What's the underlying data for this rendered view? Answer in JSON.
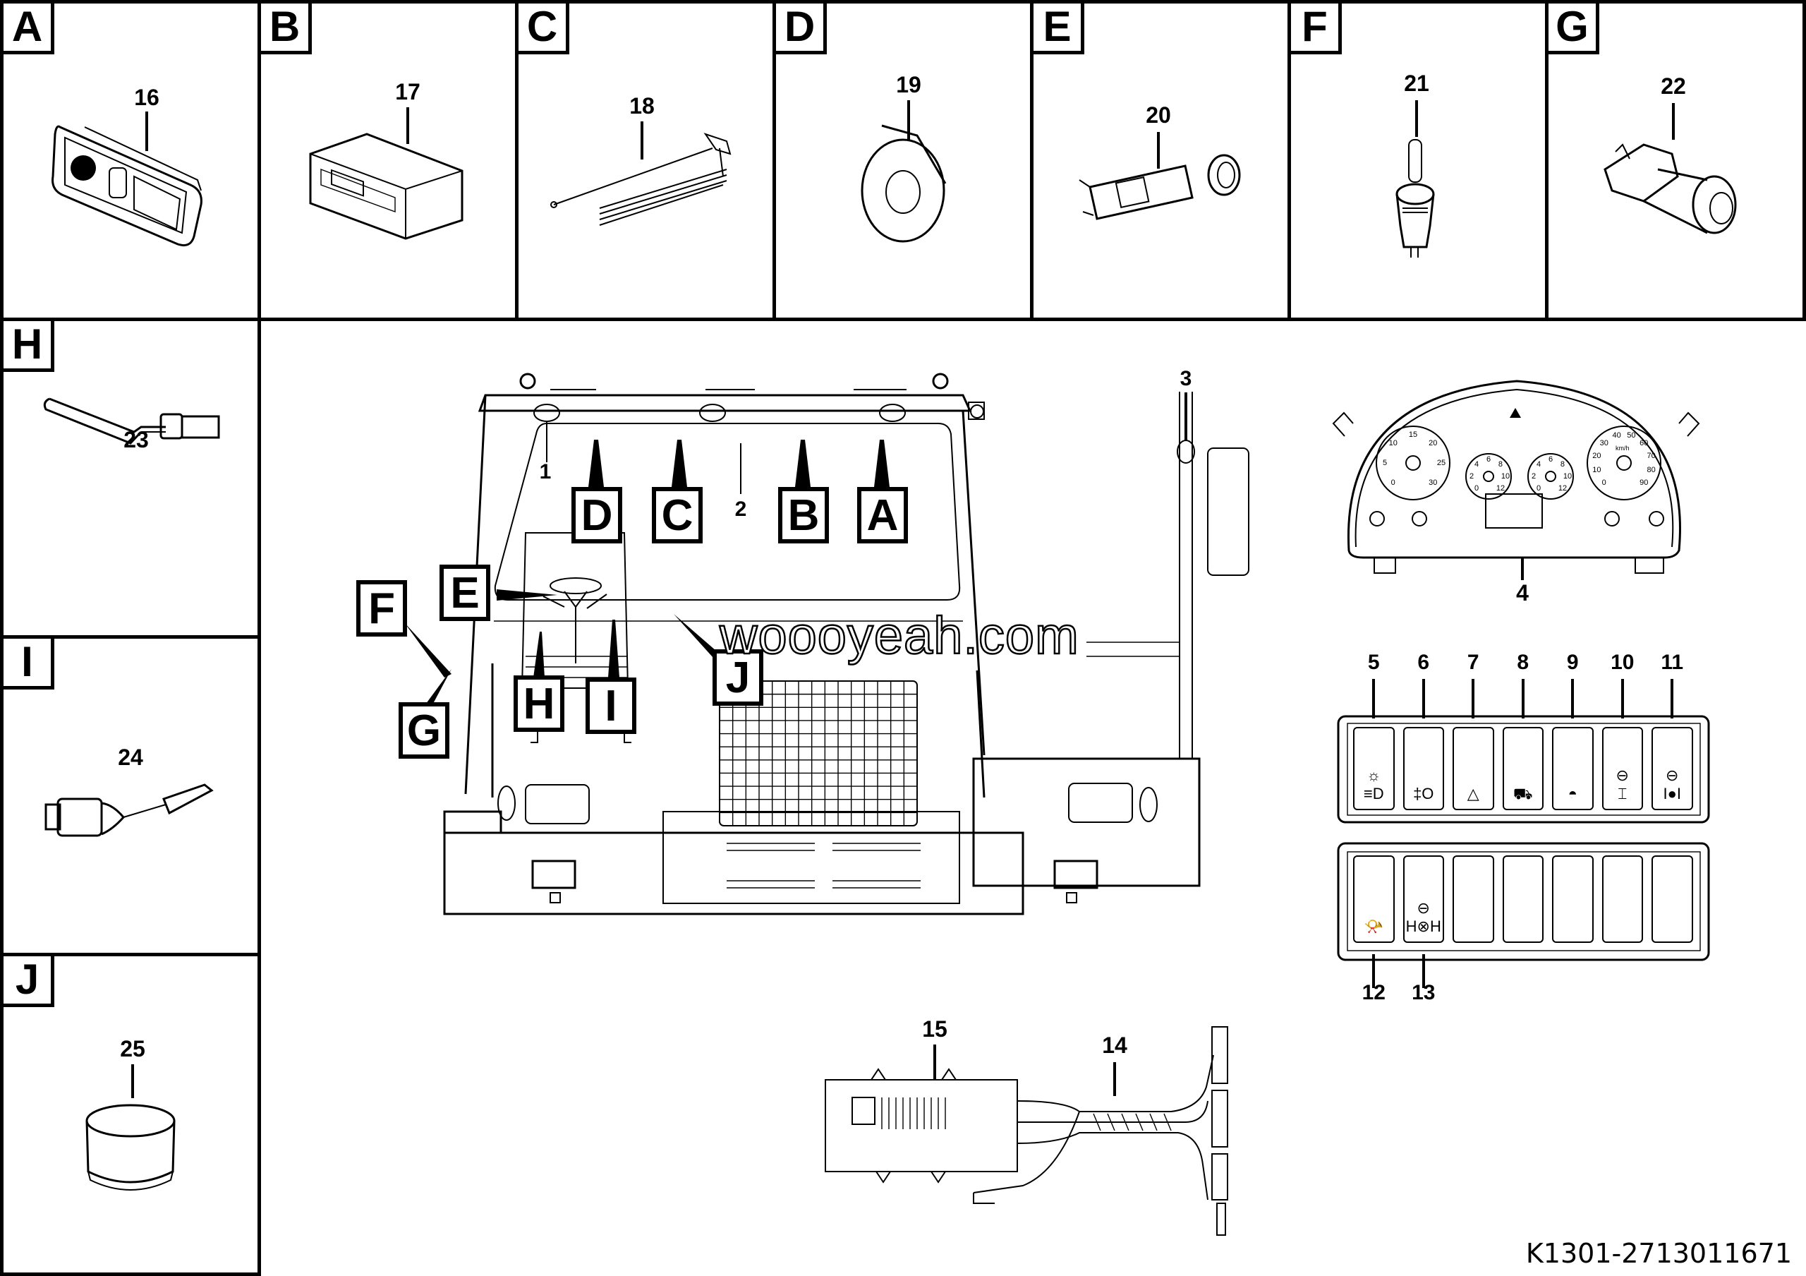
{
  "figure": {
    "document_code": "K1301-2713011671",
    "watermark": "woooyeah.com"
  },
  "detail_panels": [
    {
      "tag": "A",
      "part_number": "16",
      "icon": "control-panel-module-icon"
    },
    {
      "tag": "B",
      "part_number": "17",
      "icon": "radio-unit-icon"
    },
    {
      "tag": "C",
      "part_number": "18",
      "icon": "antenna-icon"
    },
    {
      "tag": "D",
      "part_number": "19",
      "icon": "horn-icon"
    },
    {
      "tag": "E",
      "part_number": "20",
      "icon": "ignition-switch-key-icon"
    },
    {
      "tag": "F",
      "part_number": "21",
      "icon": "sensor-plunger-icon"
    },
    {
      "tag": "G",
      "part_number": "22",
      "icon": "wiper-motor-icon"
    },
    {
      "tag": "H",
      "part_number": "23",
      "icon": "stalk-lever-icon"
    },
    {
      "tag": "I",
      "part_number": "24",
      "icon": "combination-lever-switch-icon"
    },
    {
      "tag": "J",
      "part_number": "25",
      "icon": "push-button-cap-icon"
    }
  ],
  "cab_view": {
    "part_labels": [
      "1",
      "2",
      "3"
    ],
    "callouts": [
      "A",
      "B",
      "C",
      "D",
      "E",
      "F",
      "G",
      "H",
      "I",
      "J"
    ]
  },
  "instrument_cluster": {
    "part_number": "4",
    "tachometer_ticks": [
      "0",
      "5",
      "10",
      "15",
      "20",
      "25",
      "30"
    ],
    "gauge_small_ticks": [
      "0",
      "2",
      "4",
      "6",
      "8",
      "10",
      "12"
    ],
    "speedometer_ticks": [
      "0",
      "10",
      "20",
      "30",
      "40",
      "50",
      "60",
      "70",
      "80",
      "90"
    ],
    "speed_unit": "km/h"
  },
  "switch_panel": {
    "top_row": [
      {
        "part_number": "5",
        "icon": "headlight-beam-icon"
      },
      {
        "part_number": "6",
        "icon": "fog-light-icon"
      },
      {
        "part_number": "7",
        "icon": "hazard-warning-icon"
      },
      {
        "part_number": "8",
        "icon": "truck-beacon-icon"
      },
      {
        "part_number": "9",
        "icon": "work-light-icon"
      },
      {
        "part_number": "10",
        "icon": "axle-lock-icon"
      },
      {
        "part_number": "11",
        "icon": "differential-lock-icon"
      }
    ],
    "bottom_row": [
      {
        "part_number": "12",
        "icon": "horn-switch-icon"
      },
      {
        "part_number": "13",
        "icon": "axle-diff-switch-icon"
      },
      {
        "part_number": "",
        "icon": "blank-switch-icon"
      },
      {
        "part_number": "",
        "icon": "blank-switch-icon"
      },
      {
        "part_number": "",
        "icon": "blank-switch-icon"
      },
      {
        "part_number": "",
        "icon": "blank-switch-icon"
      },
      {
        "part_number": "",
        "icon": "blank-switch-icon"
      }
    ]
  },
  "wiring": {
    "harness_part_number": "14",
    "fuse_box_part_number": "15"
  }
}
